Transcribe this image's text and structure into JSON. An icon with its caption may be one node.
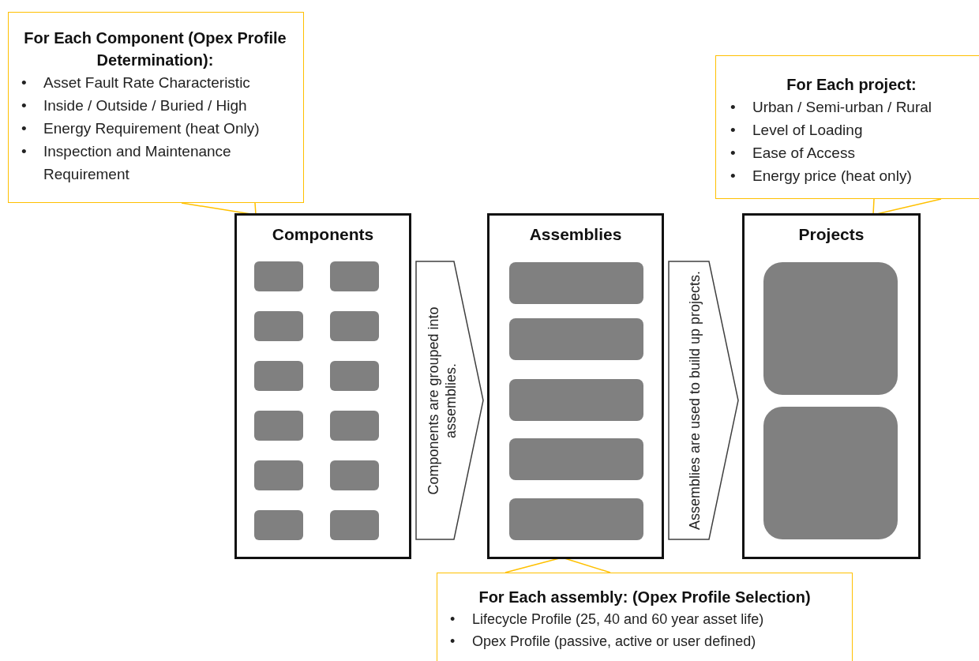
{
  "diagram": {
    "nodes": [
      {
        "text": [
          "For Each Component (Opex Profile Determination):",
          "•",
          "Asset Fault Rate Characteristic",
          "•",
          "Inside / Outside / Buried / High",
          "•",
          "Energy Requirement (heat Only)",
          "•",
          "Inspection and Maintenance Requirement"
        ]
      },
      {
        "text": [
          "Components"
        ]
      },
      {
        "text": [],
        "shape": "box",
        "in": 1
      },
      {
        "text": [],
        "shape": "box",
        "in": 1
      },
      {
        "text": [],
        "shape": "box",
        "in": 1
      },
      {
        "text": [],
        "shape": "box",
        "in": 1
      },
      {
        "text": [],
        "shape": "box",
        "in": 1
      },
      {
        "text": [],
        "shape": "box",
        "in": 1
      },
      {
        "text": [],
        "shape": "box",
        "in": 1
      },
      {
        "text": [],
        "shape": "box",
        "in": 1
      },
      {
        "text": [],
        "shape": "box",
        "in": 1
      },
      {
        "text": [],
        "shape": "box",
        "in": 1
      },
      {
        "text": [],
        "shape": "box",
        "in": 1
      },
      {
        "text": [],
        "shape": "box",
        "in": 1
      },
      {
        "text": [
          "Assemblies"
        ]
      },
      {
        "text": [],
        "shape": "box",
        "in": 14
      },
      {
        "text": [],
        "shape": "box",
        "in": 14
      },
      {
        "text": [],
        "shape": "box",
        "in": 14
      },
      {
        "text": [],
        "shape": "box",
        "in": 14
      },
      {
        "text": [],
        "shape": "box",
        "in": 14
      },
      {
        "text": [
          "Projects"
        ]
      },
      {
        "text": [],
        "shape": "box",
        "in": 20
      },
      {
        "text": [],
        "shape": "box",
        "in": 20
      },
      {
        "text": [
          "For Each project:",
          "•",
          "Urban / Semi-urban / Rural",
          "•",
          "Level of Loading",
          "•",
          "Ease of Access",
          "•",
          "Energy price (heat only)"
        ]
      },
      {
        "text": [
          "For Each assembly:  (Opex Profile Selection)",
          "•",
          "Lifecycle Profile (25, 40 and 60 year asset life)",
          "•",
          "Opex Profile (passive, active or user defined)"
        ]
      }
    ],
    "edges": [
      {
        "from": 1,
        "to": 14,
        "arrow": "to",
        "label": "Components are grouped into assemblies.",
        "color": "#404040"
      },
      {
        "from": 14,
        "to": 20,
        "arrow": "to",
        "label": "Assemblies are used to build up projects.",
        "color": "#404040"
      },
      {
        "from": 0,
        "to": 1,
        "arrow": "none",
        "color": "#ffc000"
      },
      {
        "from": 23,
        "to": 20,
        "arrow": "none",
        "color": "#ffc000"
      },
      {
        "from": 24,
        "to": 14,
        "arrow": "none",
        "color": "#ffc000"
      }
    ]
  }
}
